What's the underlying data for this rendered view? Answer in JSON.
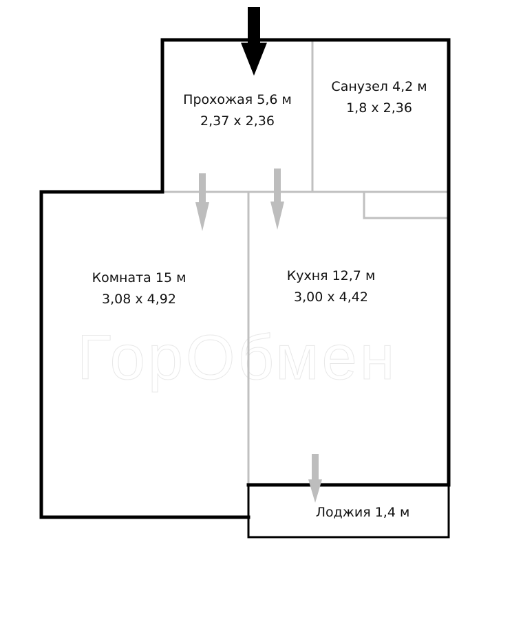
{
  "watermark": "ГорОбмен",
  "rooms": [
    {
      "name": "Прохожая 5,6 м",
      "dims": "2,37 x 2,36"
    },
    {
      "name": "Санузел 4,2 м",
      "dims": "1,8 x 2,36"
    },
    {
      "name": "Комната 15 м",
      "dims": "3,08 x 4,92"
    },
    {
      "name": "Кухня 12,7 м",
      "dims": "3,00 x 4,42"
    },
    {
      "name": "Лоджия 1,4 м"
    }
  ],
  "colors": {
    "wall": "#000000",
    "partition": "#c0c0c0",
    "arrow_gray": "#bdbdbd",
    "entrance_arrow": "#000000"
  }
}
